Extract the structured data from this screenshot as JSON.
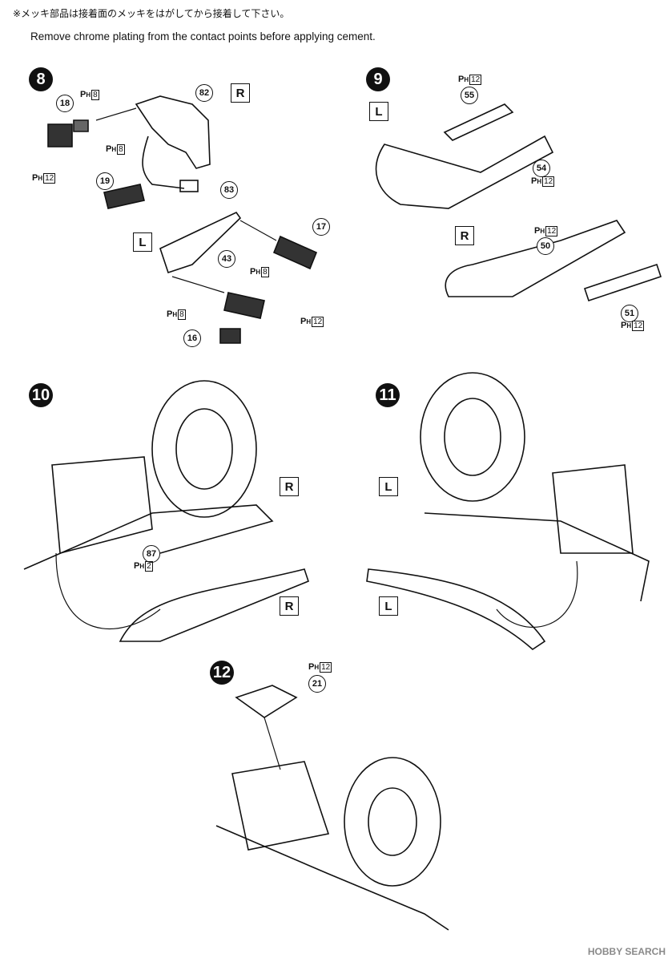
{
  "header": {
    "note_jp": "※メッキ部品は接着面のメッキをはがしてから接着して下さい。",
    "note_en": "Remove chrome plating from the contact points before applying cement."
  },
  "steps": [
    "8",
    "9",
    "10",
    "11",
    "12"
  ],
  "parts": {
    "p18": "18",
    "p19": "19",
    "p82": "82",
    "p83": "83",
    "p43": "43",
    "p17": "17",
    "p16": "16",
    "p55": "55",
    "p54": "54",
    "p50": "50",
    "p51": "51",
    "p87": "87",
    "p21": "21"
  },
  "ph_label": {
    "p": "P",
    "h": "H"
  },
  "ph_values": {
    "v8": "8",
    "v12": "12",
    "v2": "2"
  },
  "sides": {
    "r": "R",
    "l": "L"
  },
  "watermark": "HOBBY SEARCH"
}
